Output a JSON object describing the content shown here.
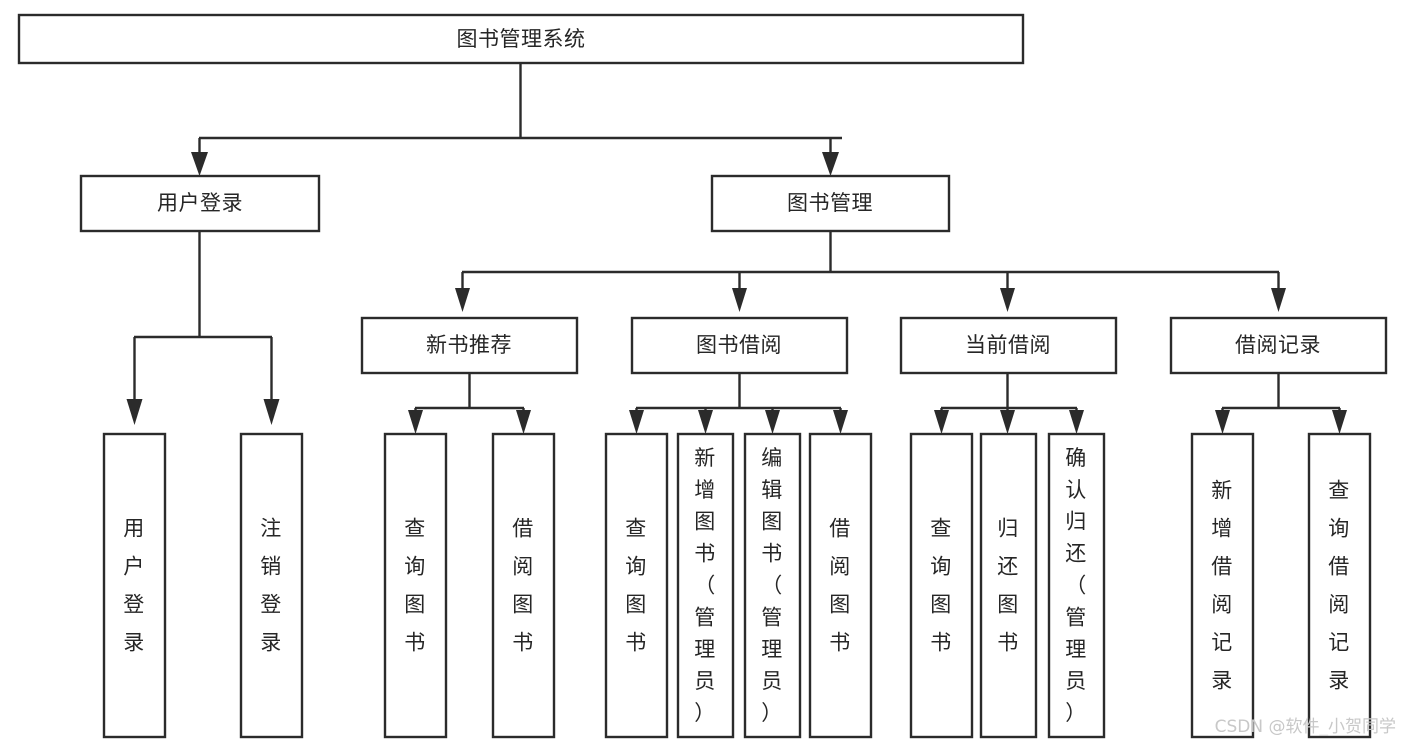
{
  "diagram": {
    "title": "图书管理系统",
    "type": "tree-hierarchy-chart",
    "orientation": "top-down",
    "colors": {
      "background": "#ffffff",
      "box_stroke": "#2b2b2b",
      "box_fill": "#ffffff",
      "text": "#262626",
      "connector": "#2b2b2b",
      "watermark": "#c8c8c8"
    }
  },
  "watermark": {
    "text": "CSDN @软件_小贺同学"
  },
  "nodes": {
    "root": {
      "id": "root",
      "label": "图书管理系统",
      "level": 0
    },
    "level1": [
      {
        "id": "user-login",
        "label": "用户登录",
        "level": 1
      },
      {
        "id": "book-manage",
        "label": "图书管理",
        "level": 1
      }
    ],
    "level2": [
      {
        "id": "new-book-recommend",
        "label": "新书推荐",
        "level": 2,
        "parent": "book-manage"
      },
      {
        "id": "book-borrow",
        "label": "图书借阅",
        "level": 2,
        "parent": "book-manage"
      },
      {
        "id": "current-borrow",
        "label": "当前借阅",
        "level": 2,
        "parent": "book-manage"
      },
      {
        "id": "borrow-record",
        "label": "借阅记录",
        "level": 2,
        "parent": "book-manage"
      }
    ],
    "leaves": [
      {
        "id": "leaf-user-login",
        "label": "用户登录",
        "parent": "user-login"
      },
      {
        "id": "leaf-logout-login",
        "label": "注销登录",
        "parent": "user-login"
      },
      {
        "id": "leaf-query-book-1",
        "label": "查询图书",
        "parent": "new-book-recommend"
      },
      {
        "id": "leaf-borrow-book-1",
        "label": "借阅图书",
        "parent": "new-book-recommend"
      },
      {
        "id": "leaf-query-book-2",
        "label": "查询图书",
        "parent": "book-borrow"
      },
      {
        "id": "leaf-add-book",
        "label": "新增图书（管理员）",
        "parent": "book-borrow"
      },
      {
        "id": "leaf-edit-book",
        "label": "编辑图书（管理员）",
        "parent": "book-borrow"
      },
      {
        "id": "leaf-borrow-book-2",
        "label": "借阅图书",
        "parent": "book-borrow"
      },
      {
        "id": "leaf-query-book-3",
        "label": "查询图书",
        "parent": "current-borrow"
      },
      {
        "id": "leaf-return-book",
        "label": "归还图书",
        "parent": "current-borrow"
      },
      {
        "id": "leaf-confirm-return",
        "label": "确认归还（管理员）",
        "parent": "current-borrow"
      },
      {
        "id": "leaf-add-record",
        "label": "新增借阅记录",
        "parent": "borrow-record"
      },
      {
        "id": "leaf-query-record",
        "label": "查询借阅记录",
        "parent": "borrow-record"
      }
    ]
  }
}
